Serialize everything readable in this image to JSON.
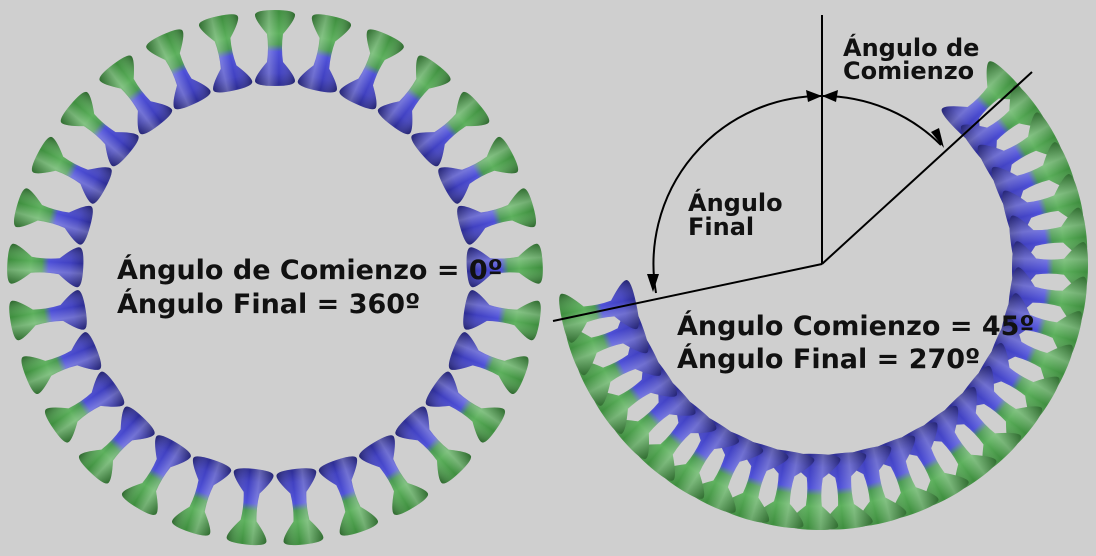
{
  "left_ring": {
    "line1": "Ángulo de Comienzo = 0º",
    "line2": "Ángulo Final = 360º",
    "start_angle_deg": 0,
    "end_angle_deg": 360,
    "count": 29
  },
  "right_ring": {
    "line1": "Ángulo Comienzo = 45º",
    "line2": "Ángulo Final = 270º",
    "start_angle_deg": 45,
    "end_angle_deg": 258,
    "count": 29
  },
  "annotations": {
    "start_label_1": "Ángulo de",
    "start_label_2": "Comienzo",
    "end_label_1": "Ángulo",
    "end_label_2": "Final"
  },
  "colors": {
    "outer": "#4fa04f",
    "inner": "#4a4ad0",
    "background": "#cfcfcf"
  }
}
